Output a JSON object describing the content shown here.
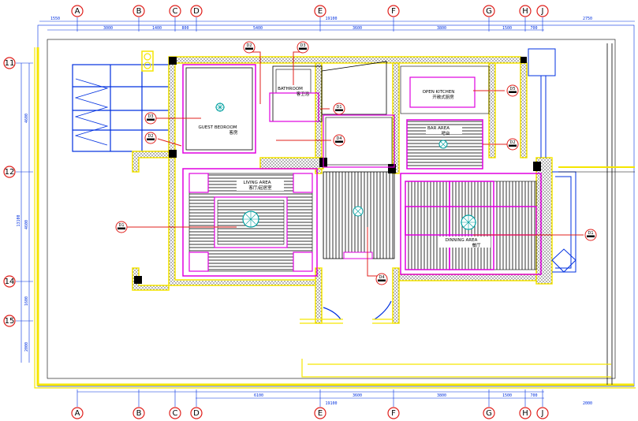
{
  "grid_columns": [
    {
      "id": "A",
      "label": "A"
    },
    {
      "id": "B",
      "label": "B"
    },
    {
      "id": "C",
      "label": "C"
    },
    {
      "id": "D",
      "label": "D"
    },
    {
      "id": "E",
      "label": "E"
    },
    {
      "id": "F",
      "label": "F"
    },
    {
      "id": "G",
      "label": "G"
    },
    {
      "id": "H",
      "label": "H"
    },
    {
      "id": "J",
      "label": "J"
    }
  ],
  "grid_rows": [
    {
      "id": "11",
      "label": "11"
    },
    {
      "id": "12",
      "label": "12"
    },
    {
      "id": "14",
      "label": "14"
    },
    {
      "id": "15",
      "label": "15"
    }
  ],
  "dimensions_top": {
    "total": "19100",
    "left_offset": "1550",
    "right_offset": "2750",
    "segments": [
      "3000",
      "1400",
      "800",
      "5400",
      "3600",
      "3800",
      "1500",
      "700"
    ]
  },
  "dimensions_bottom": {
    "total": "19100",
    "segments": [
      "6100",
      "3600",
      "3800",
      "1500",
      "700"
    ],
    "right": "2000"
  },
  "dimensions_left": {
    "total": "13100",
    "segments": [
      "4600",
      "4600",
      "1600",
      "2000"
    ]
  },
  "rooms": [
    {
      "id": "guest-bedroom",
      "label": "GUEST BEDROOM",
      "label_cn": "客房"
    },
    {
      "id": "bathroom",
      "label": "BATHROOM",
      "label_cn": "客卫浴"
    },
    {
      "id": "open-kitchen",
      "label": "OPEN KITCHEN",
      "label_cn": "开敞式厨房"
    },
    {
      "id": "bar-area",
      "label": "BAR AREA",
      "label_cn": "吧台"
    },
    {
      "id": "living-area",
      "label": "LIVING AREA",
      "label_cn": "客厅/起居室"
    },
    {
      "id": "dining-area",
      "label": "DINNING AREA",
      "label_cn": "餐厅"
    }
  ],
  "section_tags": [
    {
      "id": "tag-d1-left",
      "label": "D1"
    },
    {
      "id": "tag-d1-right",
      "label": "D1"
    },
    {
      "id": "tag-d1-bath",
      "label": "D1"
    },
    {
      "id": "tag-d2-top",
      "label": "D2"
    },
    {
      "id": "tag-d2-left",
      "label": "D2"
    },
    {
      "id": "tag-d2-bar",
      "label": "D2"
    },
    {
      "id": "tag-d3-top",
      "label": "D3"
    },
    {
      "id": "tag-d3-left",
      "label": "D3"
    },
    {
      "id": "tag-d4-mid",
      "label": "D4"
    },
    {
      "id": "tag-d4-bottom",
      "label": "D4"
    },
    {
      "id": "tag-d5-kitchen",
      "label": "D5"
    }
  ],
  "colors": {
    "wall": "#f5e600",
    "grid": "#0030e0",
    "ceiling": "#e000e0",
    "marker": "#e0201c",
    "fixture": "#00a0a0",
    "hatch": "#000000"
  }
}
